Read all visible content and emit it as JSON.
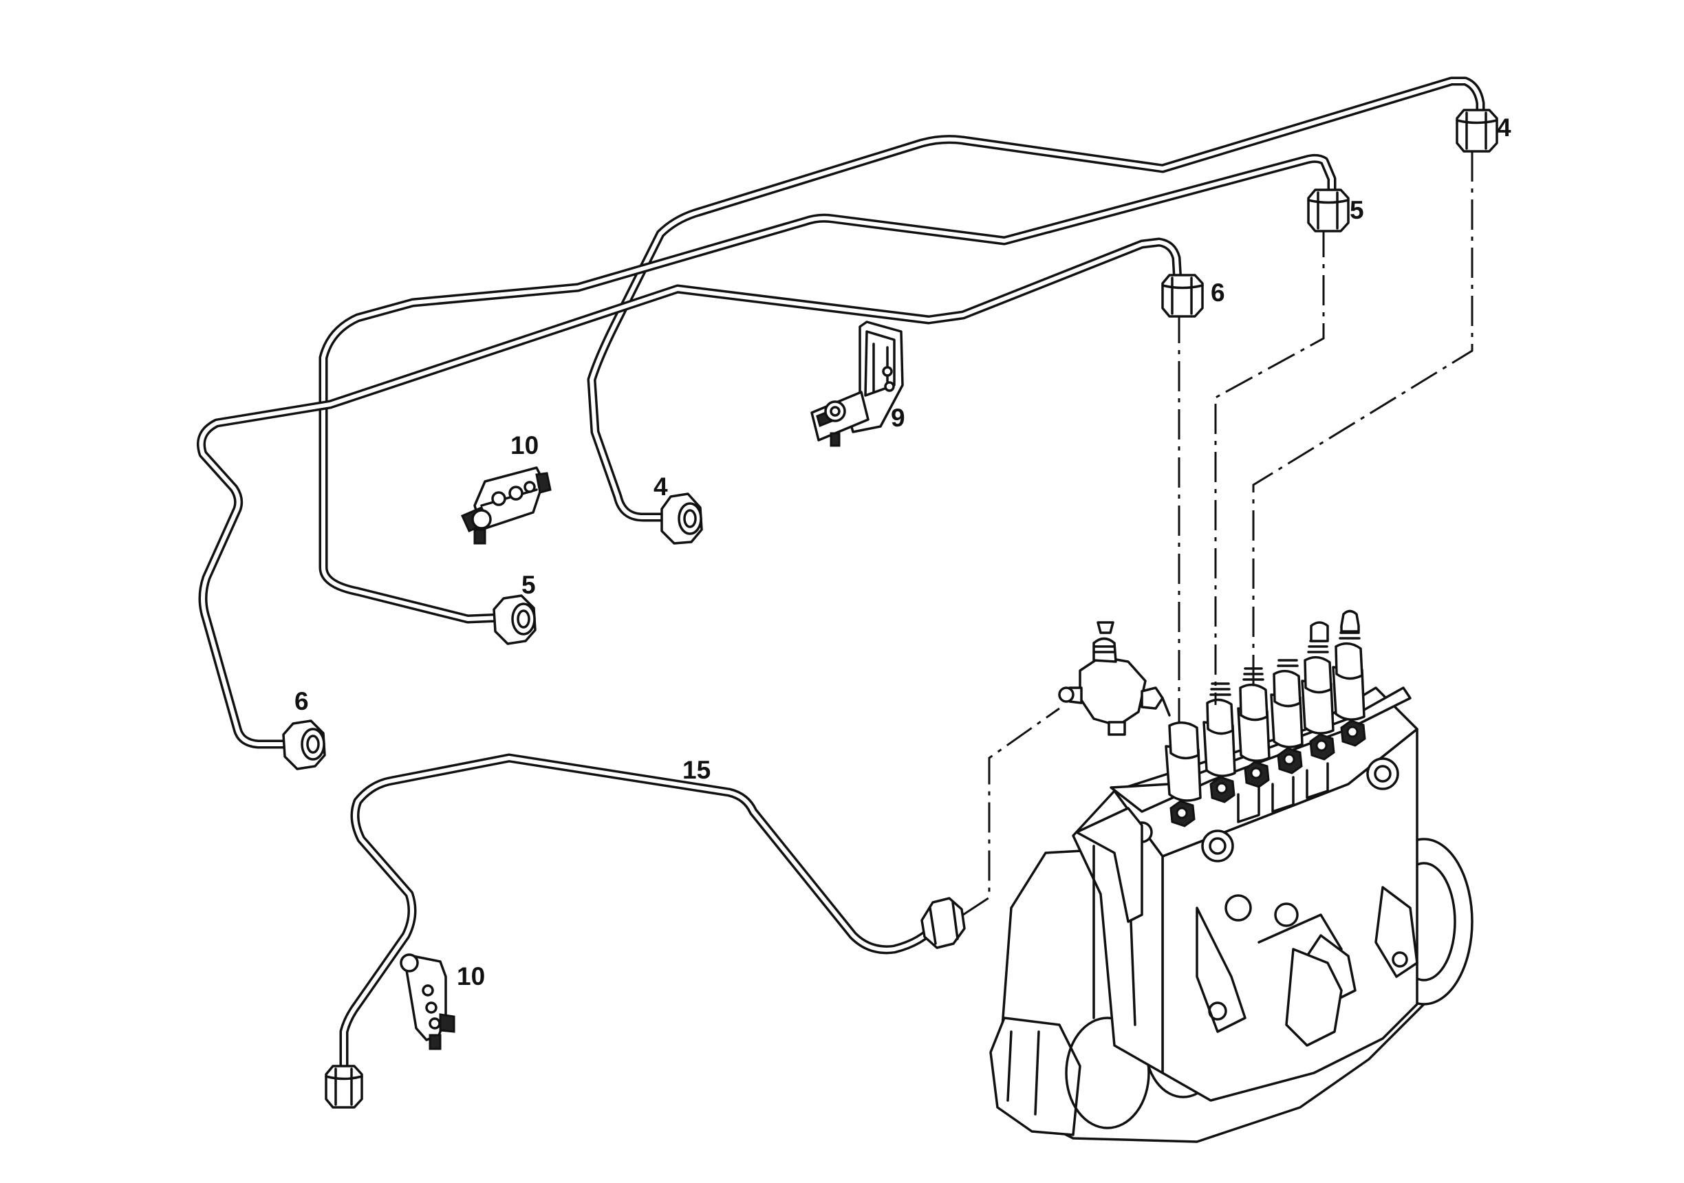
{
  "callouts": {
    "nut_4_top": "4",
    "nut_5_top": "5",
    "nut_6_top": "6",
    "clamp_9": "9",
    "clamp_10_upper": "10",
    "nut_4_end": "4",
    "nut_5_end": "5",
    "nut_6_end": "6",
    "pipe_15": "15",
    "clamp_10_lower": "10"
  }
}
